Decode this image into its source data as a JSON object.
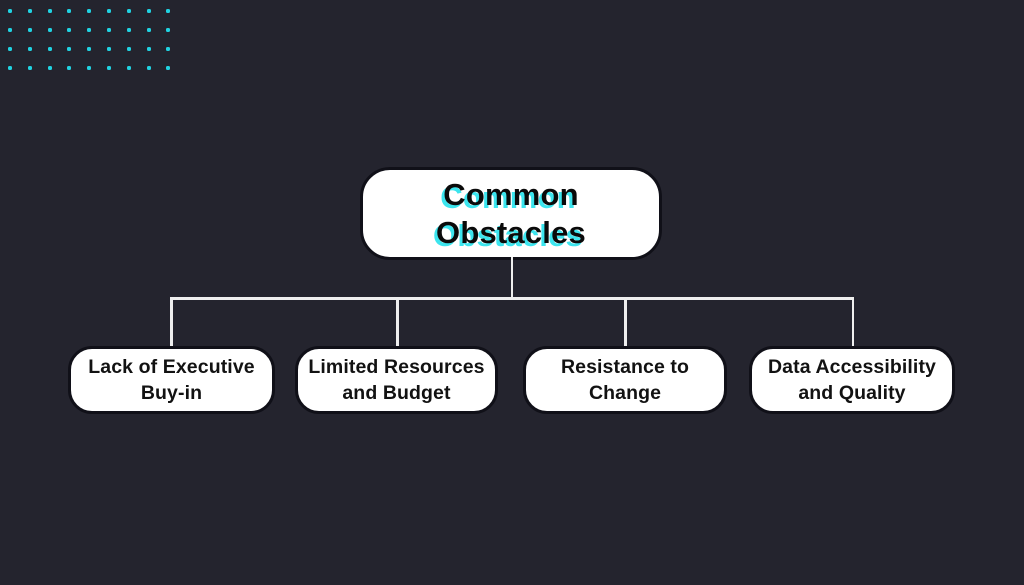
{
  "theme": {
    "background_color": "#24242e",
    "accent_cyan": "#2fdde9",
    "title_shadow_color": "#3ce5ee",
    "dot_color": "#20d3e2",
    "node_background": "#ffffff",
    "node_outline": "#101018",
    "node_text_color": "#121212",
    "connector_color": "#efefef"
  },
  "diagram": {
    "root": {
      "label": "Common\nObstacles"
    },
    "children": [
      {
        "label": "Lack of Executive\nBuy-in"
      },
      {
        "label": "Limited Resources\nand Budget"
      },
      {
        "label": "Resistance to\nChange"
      },
      {
        "label": "Data Accessibility\nand Quality"
      }
    ]
  },
  "decor": {
    "dot_grid": {
      "rows": 4,
      "cols": 9,
      "color": "#20d3e2"
    }
  }
}
